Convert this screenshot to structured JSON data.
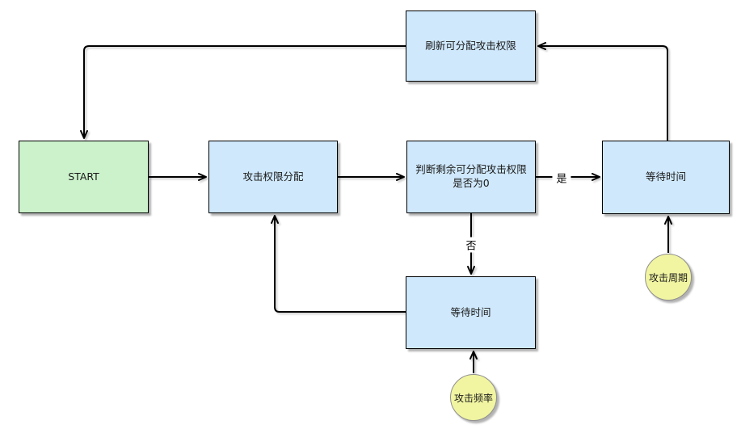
{
  "diagram": {
    "type": "flowchart",
    "background_color": "#ffffff",
    "colors": {
      "process_fill": "#cfe8fb",
      "start_fill": "#ccf2cc",
      "parameter_fill": "#f1f5a1",
      "box_border": "#000000",
      "circle_border": "#8f8f8f",
      "line": "#000000"
    },
    "nodes": {
      "refresh": {
        "label": "刷新可分配攻击权限",
        "shape": "rect",
        "fill": "#cfe8fb"
      },
      "start": {
        "label": "START",
        "shape": "rect",
        "fill": "#ccf2cc"
      },
      "allocate": {
        "label": "攻击权限分配",
        "shape": "rect",
        "fill": "#cfe8fb"
      },
      "decision": {
        "label": "判断剩余可分配攻击权限是否为0",
        "shape": "rect",
        "fill": "#cfe8fb"
      },
      "wait_right": {
        "label": "等待时间",
        "shape": "rect",
        "fill": "#cfe8fb"
      },
      "wait_bottom": {
        "label": "等待时间",
        "shape": "rect",
        "fill": "#cfe8fb"
      },
      "attack_cycle": {
        "label": "攻击周期",
        "shape": "circle",
        "fill": "#f1f5a1"
      },
      "attack_frequency": {
        "label": "攻击频率",
        "shape": "circle",
        "fill": "#f1f5a1"
      }
    },
    "edge_labels": {
      "yes": "是",
      "no": "否"
    },
    "edges": [
      {
        "from": "refresh",
        "to": "start",
        "label": ""
      },
      {
        "from": "start",
        "to": "allocate",
        "label": ""
      },
      {
        "from": "allocate",
        "to": "decision",
        "label": ""
      },
      {
        "from": "decision",
        "to": "wait_right",
        "label": "是"
      },
      {
        "from": "decision",
        "to": "wait_bottom",
        "label": "否"
      },
      {
        "from": "wait_bottom",
        "to": "allocate",
        "label": ""
      },
      {
        "from": "wait_right",
        "to": "refresh",
        "label": ""
      },
      {
        "from": "attack_cycle",
        "to": "wait_right",
        "label": ""
      },
      {
        "from": "attack_frequency",
        "to": "wait_bottom",
        "label": ""
      }
    ]
  }
}
